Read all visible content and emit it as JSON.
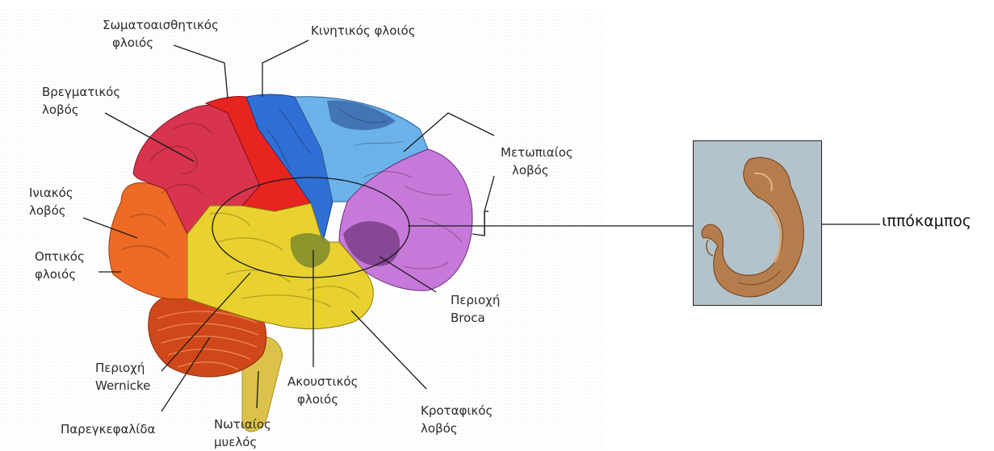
{
  "labels": {
    "somatosensory": [
      "Σωματοαισθητικός",
      "φλοιός"
    ],
    "motor": [
      "Κινητικός φλοιός"
    ],
    "parietal": [
      "Βρεγματικός",
      "λοβός"
    ],
    "frontal": [
      "Μετωπιαίος",
      "λοβός"
    ],
    "occipital": [
      "Ινιακός",
      "λοβός"
    ],
    "visual": [
      "Οπτικός",
      "φλοιός"
    ],
    "broca": [
      "Περιοχή",
      "Broca"
    ],
    "wernicke": [
      "Περιοχή",
      "Wernicke"
    ],
    "auditory": [
      "Ακουστικός",
      "φλοιός"
    ],
    "temporal": [
      "Κροταφικός",
      "λοβός"
    ],
    "cerebellum": [
      "Παρεγκεφαλίδα"
    ],
    "spinal": [
      "Νωτιαίος",
      "μυελός"
    ]
  },
  "hippocampus_label": "ιππόκαμπος",
  "colors": {
    "parietal": "#d8344e",
    "somatosensory": "#e82420",
    "motor": "#2f6fd6",
    "premotor": "#6cb2ea",
    "frontal": "#c679d8",
    "occipital": "#ee6a25",
    "temporal": "#e9d230",
    "cerebellum": "#d0481a",
    "brainstem": "#dcc24a",
    "hippocampus": "#b57d4e",
    "photo_bg": "#b3c3cb"
  }
}
